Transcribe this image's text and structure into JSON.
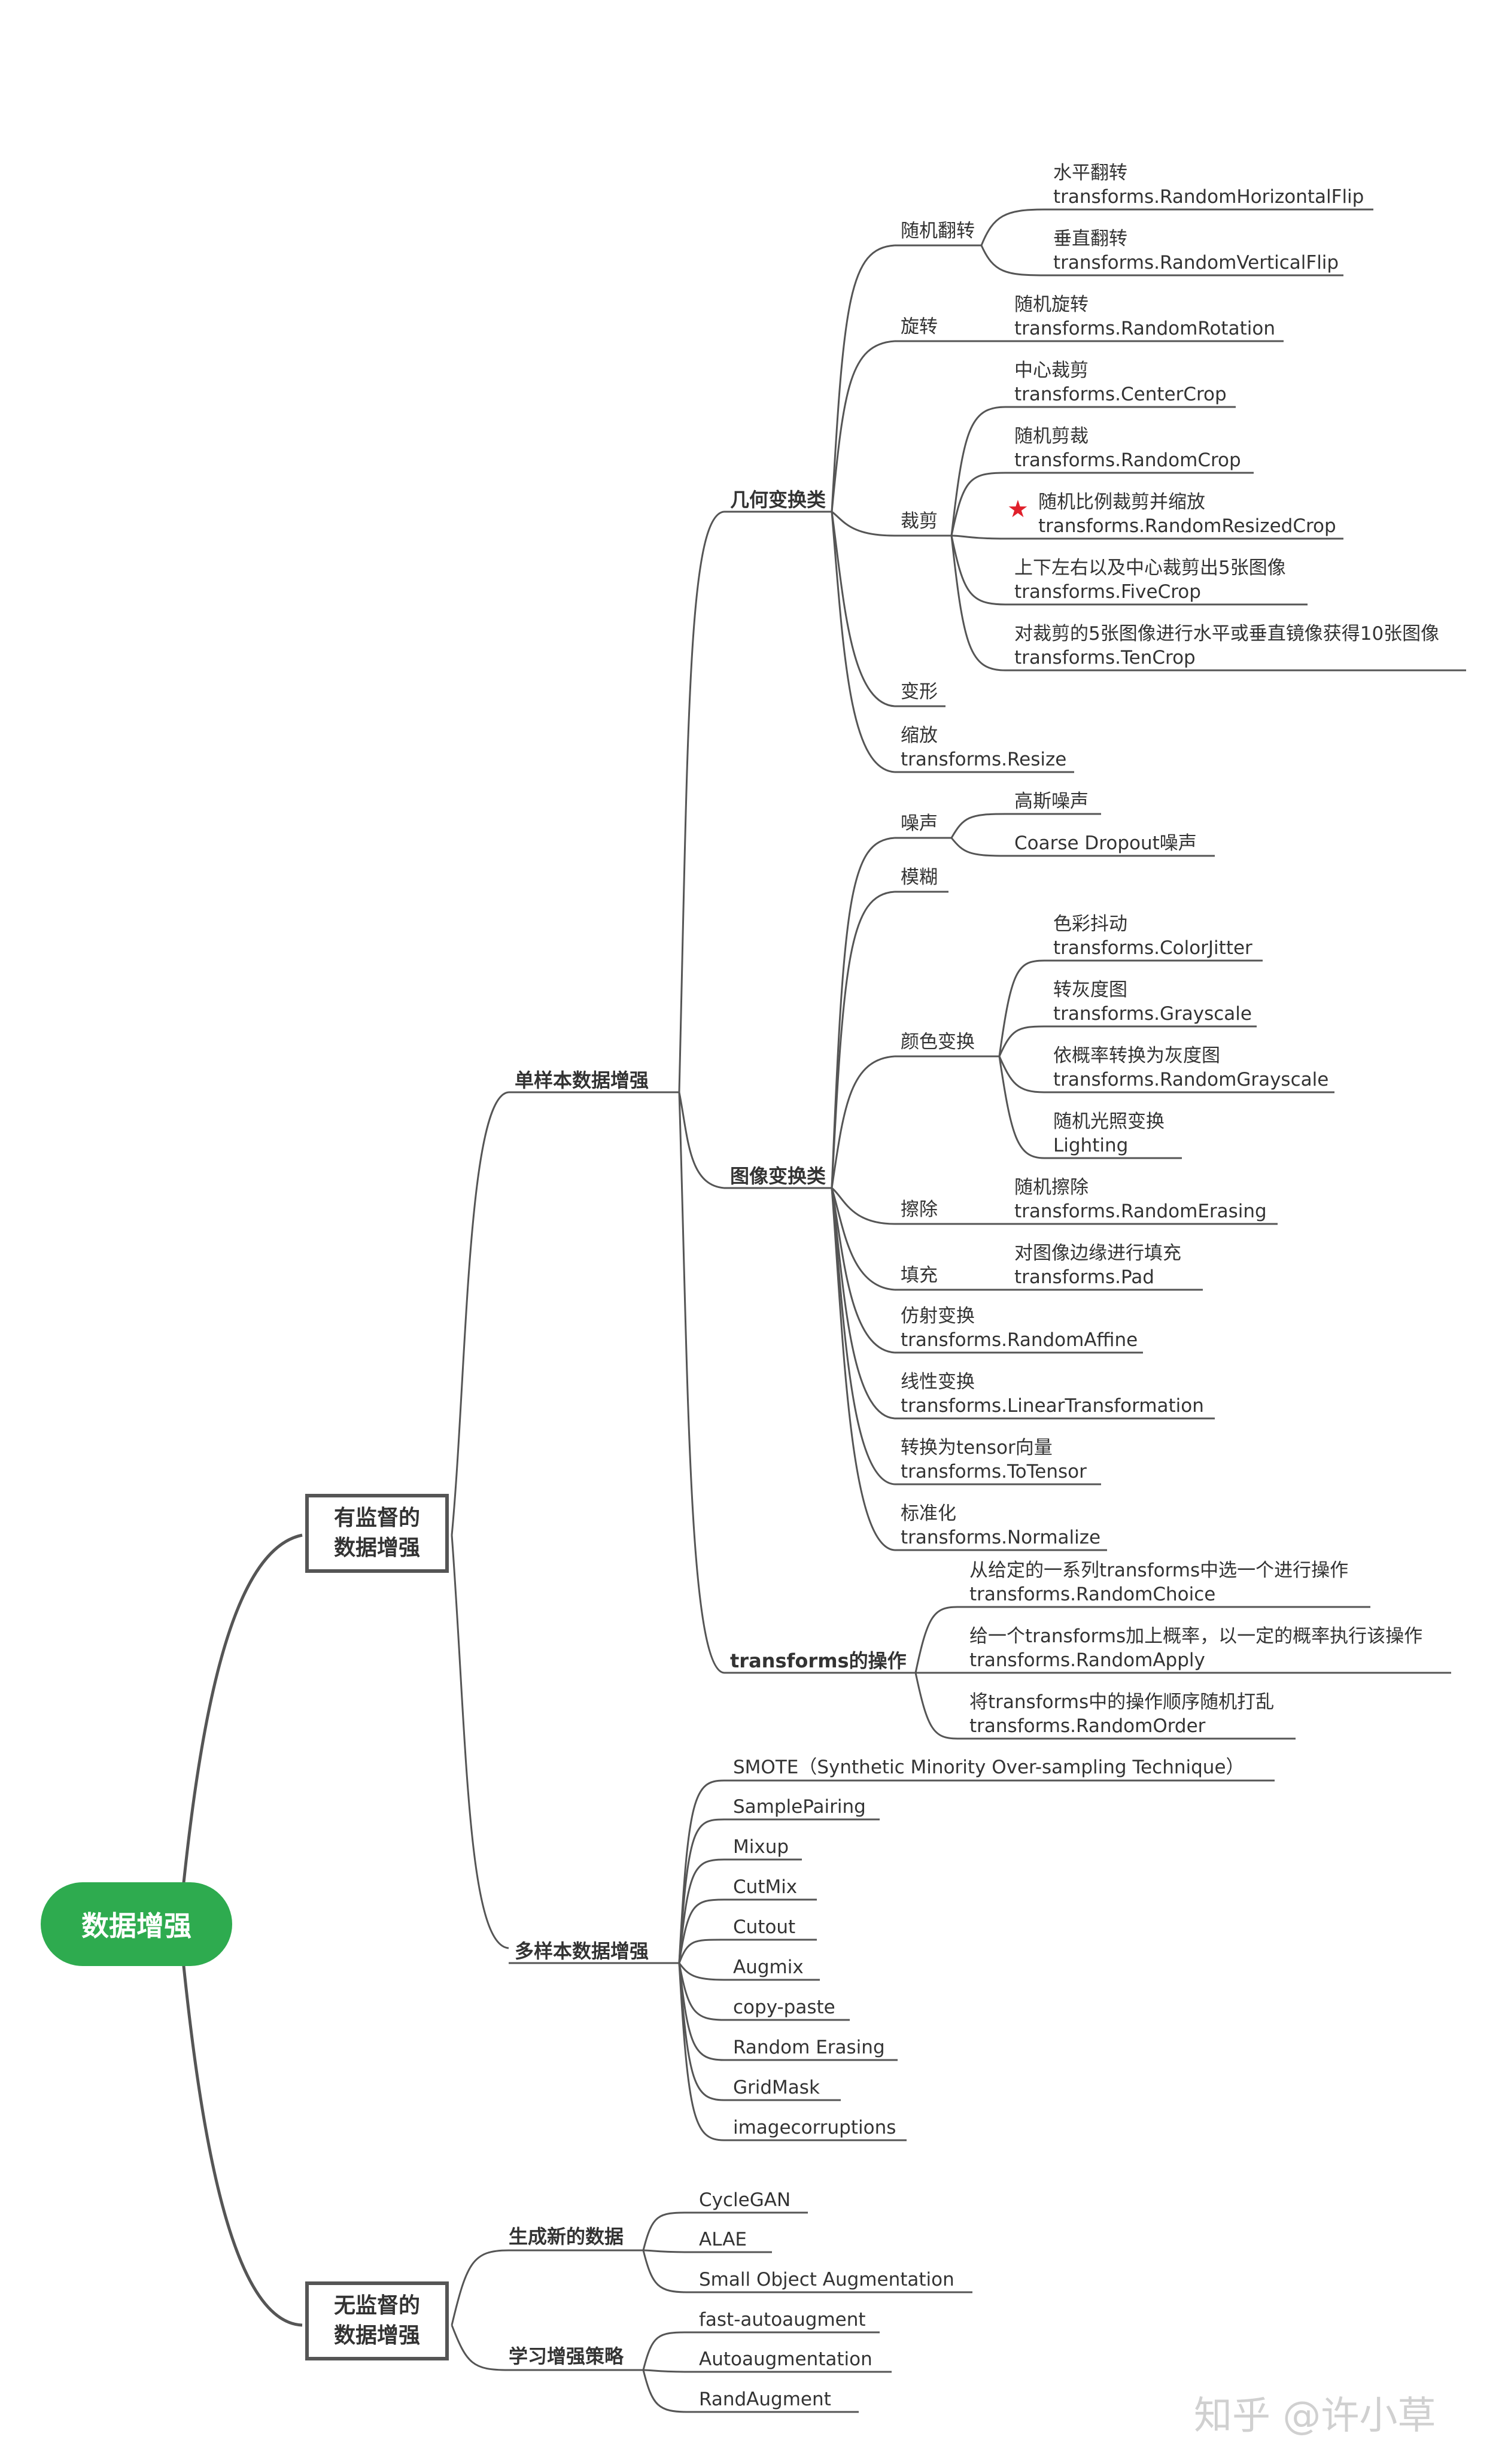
{
  "root": "数据增强",
  "supervised": {
    "line1": "有监督的",
    "line2": "数据增强"
  },
  "unsupervised": {
    "line1": "无监督的",
    "line2": "数据增强"
  },
  "single": "单样本数据增强",
  "multi": "多样本数据增强",
  "geo": "几何变换类",
  "img": "图像变换类",
  "tfop": "transforms的操作",
  "flip": "随机翻转",
  "hflip": {
    "a": "水平翻转",
    "b": "transforms.RandomHorizontalFlip"
  },
  "vflip": {
    "a": "垂直翻转",
    "b": "transforms.RandomVerticalFlip"
  },
  "rot": "旋转",
  "rotation": {
    "a": "随机旋转",
    "b": "transforms.RandomRotation"
  },
  "crop": "裁剪",
  "ccrop": {
    "a": "中心裁剪",
    "b": "transforms.CenterCrop"
  },
  "rcrop": {
    "a": "随机剪裁",
    "b": "transforms.RandomCrop"
  },
  "rrcrop": {
    "a": "随机比例裁剪并缩放",
    "b": "transforms.RandomResizedCrop"
  },
  "fivecrop": {
    "a": "上下左右以及中心裁剪出5张图像",
    "b": "transforms.FiveCrop"
  },
  "tencrop": {
    "a": "对裁剪的5张图像进行水平或垂直镜像获得10张图像",
    "b": "transforms.TenCrop"
  },
  "deform": "变形",
  "resize": {
    "a": "缩放",
    "b": "transforms.Resize"
  },
  "noise": "噪声",
  "gauss": "高斯噪声",
  "coarse": "Coarse Dropout噪声",
  "blur": "模糊",
  "color": "颜色变换",
  "jitter": {
    "a": "色彩抖动",
    "b": "transforms.ColorJitter"
  },
  "gray": {
    "a": "转灰度图",
    "b": "transforms.Grayscale"
  },
  "rgray": {
    "a": "依概率转换为灰度图",
    "b": "transforms.RandomGrayscale"
  },
  "light": {
    "a": "随机光照变换",
    "b": "Lighting"
  },
  "erase": "擦除",
  "rerase": {
    "a": "随机擦除",
    "b": "transforms.RandomErasing"
  },
  "fill": "填充",
  "pad": {
    "a": "对图像边缘进行填充",
    "b": "transforms.Pad"
  },
  "affine": {
    "a": "仿射变换",
    "b": "transforms.RandomAffine"
  },
  "linear": {
    "a": "线性变换",
    "b": "transforms.LinearTransformation"
  },
  "totensor": {
    "a": "转换为tensor向量",
    "b": "transforms.ToTensor"
  },
  "norm": {
    "a": "标准化",
    "b": "transforms.Normalize"
  },
  "choice": {
    "a": "从给定的一系列transforms中选一个进行操作",
    "b": "transforms.RandomChoice"
  },
  "apply": {
    "a": "给一个transforms加上概率，以一定的概率执行该操作",
    "b": "transforms.RandomApply"
  },
  "order": {
    "a": "将transforms中的操作顺序随机打乱",
    "b": "transforms.RandomOrder"
  },
  "multi_items": [
    "SMOTE（Synthetic Minority Over-sampling Technique）",
    "SamplePairing",
    "Mixup",
    "CutMix",
    "Cutout",
    "Augmix",
    "copy-paste",
    "Random Erasing",
    "GridMask",
    "imagecorruptions"
  ],
  "gen": "生成新的数据",
  "gen_items": [
    "CycleGAN",
    "ALAE",
    "Small Object Augmentation"
  ],
  "learn": "学习增强策略",
  "learn_items": [
    "fast-autoaugment",
    "Autoaugmentation",
    "RandAugment"
  ],
  "watermark": "知乎 @许小草",
  "colors": {
    "root": "#2eab4f",
    "star": "#e0202b",
    "line": "#555555"
  }
}
